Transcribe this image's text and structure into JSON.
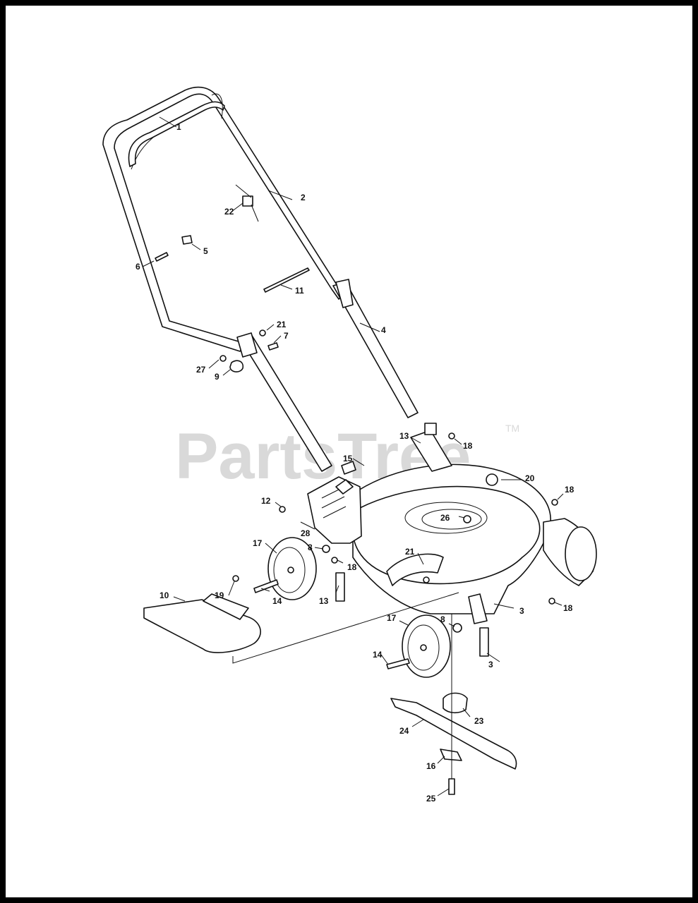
{
  "watermark": {
    "text": "PartsTree",
    "tm": "TM"
  },
  "callouts": [
    {
      "id": "c1",
      "label": "1"
    },
    {
      "id": "c2",
      "label": "2"
    },
    {
      "id": "c22",
      "label": "22"
    },
    {
      "id": "c5",
      "label": "5"
    },
    {
      "id": "c6",
      "label": "6"
    },
    {
      "id": "c11",
      "label": "11"
    },
    {
      "id": "c4",
      "label": "4"
    },
    {
      "id": "c21a",
      "label": "21"
    },
    {
      "id": "c7",
      "label": "7"
    },
    {
      "id": "c27",
      "label": "27"
    },
    {
      "id": "c9",
      "label": "9"
    },
    {
      "id": "c13a",
      "label": "13"
    },
    {
      "id": "c18a",
      "label": "18"
    },
    {
      "id": "c15",
      "label": "15"
    },
    {
      "id": "c20",
      "label": "20"
    },
    {
      "id": "c18b",
      "label": "18"
    },
    {
      "id": "c12",
      "label": "12"
    },
    {
      "id": "c26",
      "label": "26"
    },
    {
      "id": "c28",
      "label": "28"
    },
    {
      "id": "c17a",
      "label": "17"
    },
    {
      "id": "c8a",
      "label": "8"
    },
    {
      "id": "c18c",
      "label": "18"
    },
    {
      "id": "c21b",
      "label": "21"
    },
    {
      "id": "c19",
      "label": "19"
    },
    {
      "id": "c14a",
      "label": "14"
    },
    {
      "id": "c13b",
      "label": "13"
    },
    {
      "id": "c10",
      "label": "10"
    },
    {
      "id": "c3a",
      "label": "3"
    },
    {
      "id": "c18d",
      "label": "18"
    },
    {
      "id": "c17b",
      "label": "17"
    },
    {
      "id": "c8b",
      "label": "8"
    },
    {
      "id": "c14b",
      "label": "14"
    },
    {
      "id": "c3b",
      "label": "3"
    },
    {
      "id": "c23",
      "label": "23"
    },
    {
      "id": "c24",
      "label": "24"
    },
    {
      "id": "c16",
      "label": "16"
    },
    {
      "id": "c25",
      "label": "25"
    }
  ]
}
